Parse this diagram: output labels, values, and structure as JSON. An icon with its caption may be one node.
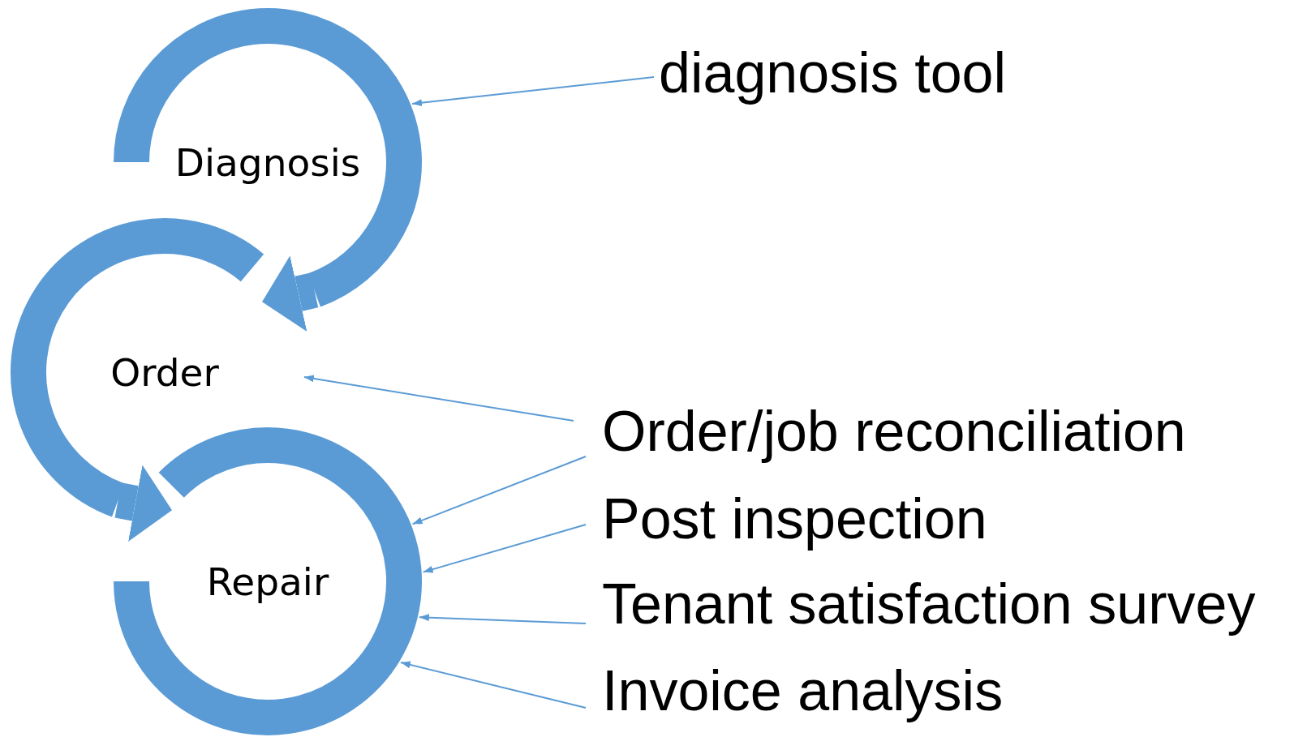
{
  "diagram": {
    "nodes": [
      {
        "text": [
          "Diagnosis"
        ]
      },
      {
        "text": [
          "Order"
        ]
      },
      {
        "text": [
          "Repair"
        ]
      },
      {
        "text": [
          "diagnosis tool"
        ]
      },
      {
        "text": [
          "Order/job reconciliation"
        ]
      },
      {
        "text": [
          "Post inspection"
        ]
      },
      {
        "text": [
          "Tenant satisfaction survey"
        ]
      },
      {
        "text": [
          "Invoice analysis"
        ]
      }
    ],
    "edges": [
      {
        "from": 0,
        "to": 1,
        "arrow": "to",
        "style": "thick"
      },
      {
        "from": 1,
        "to": 2,
        "arrow": "to",
        "style": "thick"
      },
      {
        "from": 3,
        "to": 0,
        "arrow": "to"
      },
      {
        "from": 4,
        "to": 1,
        "arrow": "to"
      },
      {
        "from": 4,
        "to": 2,
        "arrow": "to"
      },
      {
        "from": 5,
        "to": 2,
        "arrow": "to"
      },
      {
        "from": 6,
        "to": 2,
        "arrow": "to"
      },
      {
        "from": 7,
        "to": 2,
        "arrow": "to"
      }
    ]
  }
}
